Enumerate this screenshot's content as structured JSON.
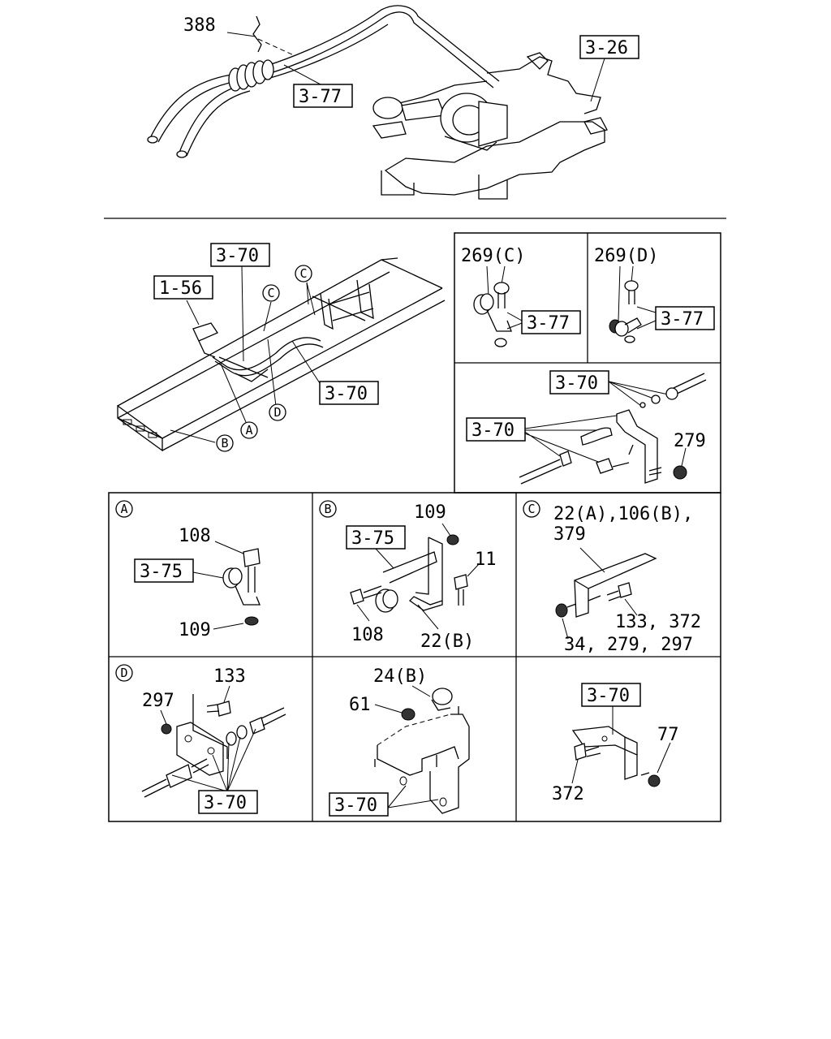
{
  "labels": {
    "top_388": "388",
    "top_3_26": "3-26",
    "top_3_77": "3-77",
    "main_3_70_top": "3-70",
    "main_1_56": "1-56",
    "main_C_a": "C",
    "main_C_b": "C",
    "main_3_70_right": "3-70",
    "main_A": "A",
    "main_B": "B",
    "main_D": "D",
    "clip_c_part": "269(C)",
    "clip_c_ref": "3-77",
    "clip_d_part": "269(D)",
    "clip_d_ref": "3-77",
    "cable_ref_top": "3-70",
    "cable_ref_left": "3-70",
    "cable_279": "279",
    "panel_a_tag": "A",
    "panel_a_108": "108",
    "panel_a_ref": "3-75",
    "panel_a_109": "109",
    "panel_b_tag": "B",
    "panel_b_109": "109",
    "panel_b_ref": "3-75",
    "panel_b_11": "11",
    "panel_b_108": "108",
    "panel_b_22b": "22(B)",
    "panel_c_tag": "C",
    "panel_c_line1": "22(A),106(B),",
    "panel_c_line2": "379",
    "panel_c_133": "133, 372",
    "panel_c_34": "34, 279, 297",
    "panel_d_tag": "D",
    "panel_d_133": "133",
    "panel_d_297": "297",
    "panel_d_ref": "3-70",
    "panel_e_24b": "24(B)",
    "panel_e_61": "61",
    "panel_e_ref": "3-70",
    "panel_f_ref": "3-70",
    "panel_f_77": "77",
    "panel_f_372": "372"
  }
}
